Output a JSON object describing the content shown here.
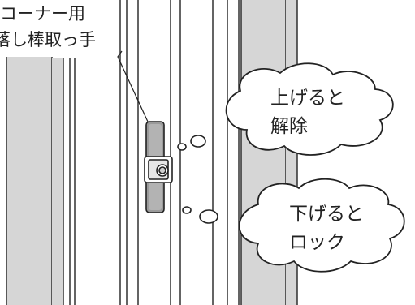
{
  "callout": {
    "line1": "コーナー用",
    "line2": "落し棒取っ手"
  },
  "bubbles": {
    "raise": {
      "line1": "上げると",
      "line2": "解除"
    },
    "lower": {
      "line1": "下げると",
      "line2": "ロック"
    }
  },
  "colors": {
    "stroke": "#222222",
    "panel_gray": "#d6d6d6",
    "handle_gray": "#9a9a9a",
    "background": "#ffffff"
  },
  "icons": {
    "handle": "drop-rod-handle-icon",
    "thought_dots": "thought-dot-icon"
  }
}
